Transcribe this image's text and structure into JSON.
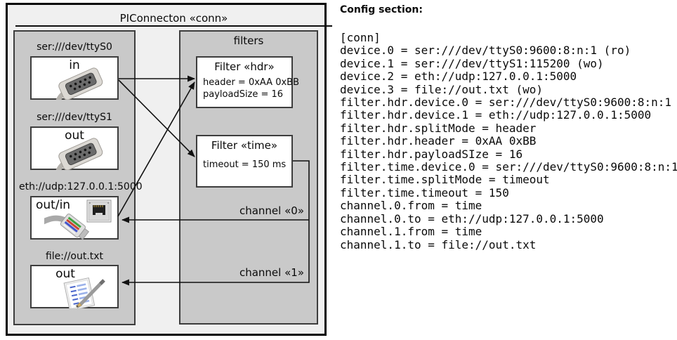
{
  "diagram": {
    "title": "PIConnecton «conn»",
    "colors": {
      "frame_bg": "#f0f0f0",
      "group_bg": "#c9c9c9",
      "box_border": "#3d3d3d",
      "connector_line": "#111111"
    },
    "devices_group": {
      "devices": [
        {
          "label": "ser:///dev/ttyS0",
          "port": "in",
          "icon": "serial-connector-icon"
        },
        {
          "label": "ser:///dev/ttyS1",
          "port": "out",
          "icon": "serial-connector-icon"
        },
        {
          "label": "eth://udp:127.0.0.1:5000",
          "port": "out/in",
          "icon": "ethernet-connector-icon"
        },
        {
          "label": "file://out.txt",
          "port": "out",
          "icon": "notepad-icon"
        }
      ]
    },
    "filters_group": {
      "title": "filters",
      "filters": [
        {
          "title": "Filter «hdr»",
          "properties": [
            "header = 0xAA 0xBB",
            "payloadSize = 16"
          ]
        },
        {
          "title": "Filter «time»",
          "properties": [
            "timeout = 150 ms"
          ]
        }
      ]
    },
    "channels": [
      {
        "label": "channel «0»"
      },
      {
        "label": "channel «1»"
      }
    ]
  },
  "config": {
    "heading": "Config section:",
    "lines": [
      "[conn]",
      "device.0 = ser:///dev/ttyS0:9600:8:n:1 (ro)",
      "device.1 = ser:///dev/ttyS1:115200 (wo)",
      "device.2 = eth://udp:127.0.0.1:5000",
      "device.3 = file://out.txt (wo)",
      "filter.hdr.device.0 = ser:///dev/ttyS0:9600:8:n:1",
      "filter.hdr.device.1 = eth://udp:127.0.0.1:5000",
      "filter.hdr.splitMode = header",
      "filter.hdr.header = 0xAA 0xBB",
      "filter.hdr.payloadSIze = 16",
      "filter.time.device.0 = ser:///dev/ttyS0:9600:8:n:1",
      "filter.time.splitMode = timeout",
      "filter.time.timeout = 150",
      "channel.0.from = time",
      "channel.0.to = eth://udp:127.0.0.1:5000",
      "channel.1.from = time",
      "channel.1.to = file://out.txt"
    ]
  }
}
